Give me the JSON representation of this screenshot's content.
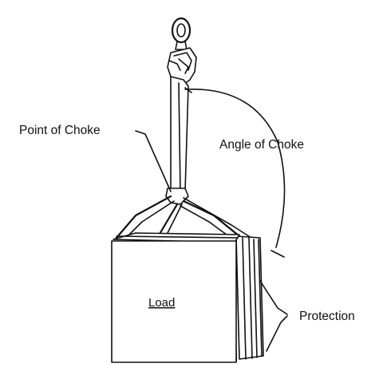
{
  "diagram": {
    "labels": {
      "point_of_choke": "Point of Choke",
      "angle_of_choke": "Angle of Choke",
      "load": "Load",
      "protection": "Protection"
    },
    "colors": {
      "line": "#111111",
      "background": "#ffffff"
    }
  }
}
